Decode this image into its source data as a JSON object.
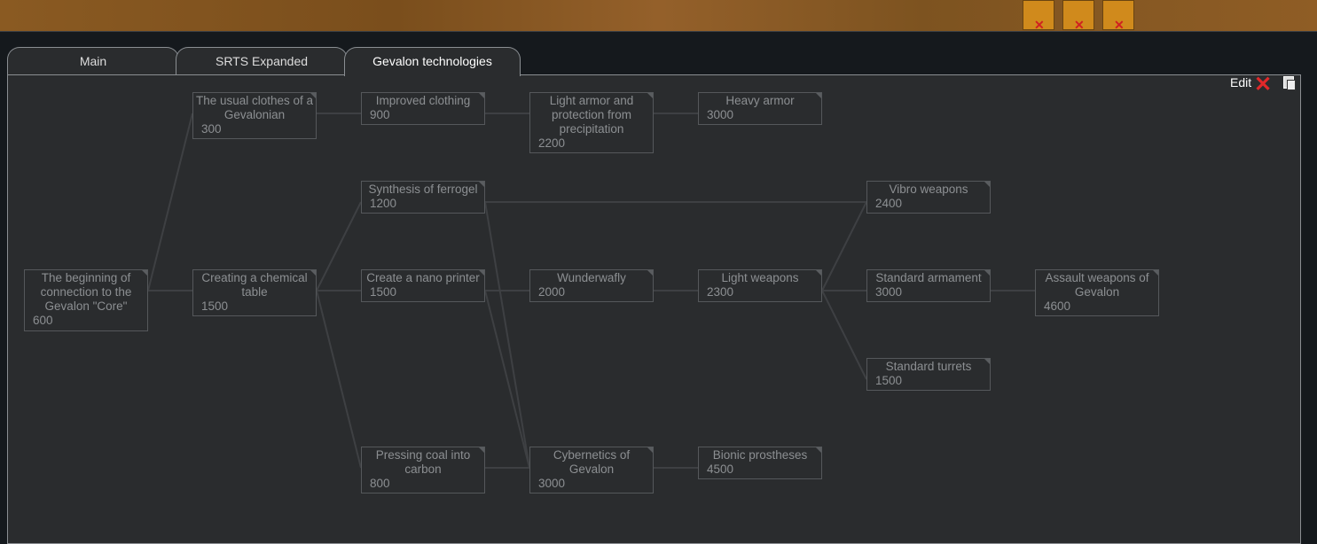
{
  "tabs": [
    {
      "label": "Main"
    },
    {
      "label": "SRTS Expanded"
    },
    {
      "label": "Gevalon technologies",
      "active": true
    }
  ],
  "toolbar": {
    "edit_label": "Edit"
  },
  "nodes": [
    {
      "id": "core",
      "label": "The beginning of connection to the Gevalon \"Core\"",
      "cost": "600"
    },
    {
      "id": "clothes",
      "label": "The usual clothes of a Gevalonian",
      "cost": "300"
    },
    {
      "id": "chemical",
      "label": "Creating a chemical table",
      "cost": "1500"
    },
    {
      "id": "improved",
      "label": "Improved clothing",
      "cost": "900"
    },
    {
      "id": "ferrogel",
      "label": "Synthesis of ferrogel",
      "cost": "1200"
    },
    {
      "id": "nano",
      "label": "Create a nano printer",
      "cost": "1500"
    },
    {
      "id": "coal",
      "label": "Pressing coal into carbon",
      "cost": "800"
    },
    {
      "id": "lightarmor",
      "label": "Light armor and protection from precipitation",
      "cost": "2200"
    },
    {
      "id": "wunder",
      "label": "Wunderwafly",
      "cost": "2000"
    },
    {
      "id": "cyber",
      "label": "Cybernetics of Gevalon",
      "cost": "3000"
    },
    {
      "id": "heavy",
      "label": "Heavy armor",
      "cost": "3000"
    },
    {
      "id": "lightweapons",
      "label": "Light weapons",
      "cost": "2300"
    },
    {
      "id": "bionic",
      "label": "Bionic prostheses",
      "cost": "4500"
    },
    {
      "id": "vibro",
      "label": "Vibro weapons",
      "cost": "2400"
    },
    {
      "id": "armament",
      "label": "Standard armament",
      "cost": "3000"
    },
    {
      "id": "turrets",
      "label": "Standard turrets",
      "cost": "1500"
    },
    {
      "id": "assault",
      "label": "Assault weapons of Gevalon",
      "cost": "4600"
    }
  ],
  "edges": [
    [
      "core",
      "clothes"
    ],
    [
      "core",
      "chemical"
    ],
    [
      "clothes",
      "improved"
    ],
    [
      "improved",
      "lightarmor"
    ],
    [
      "lightarmor",
      "heavy"
    ],
    [
      "chemical",
      "ferrogel"
    ],
    [
      "chemical",
      "nano"
    ],
    [
      "chemical",
      "coal"
    ],
    [
      "ferrogel",
      "vibro"
    ],
    [
      "ferrogel",
      "cyber"
    ],
    [
      "nano",
      "wunder"
    ],
    [
      "nano",
      "cyber"
    ],
    [
      "wunder",
      "lightweapons"
    ],
    [
      "lightweapons",
      "vibro"
    ],
    [
      "lightweapons",
      "armament"
    ],
    [
      "lightweapons",
      "turrets"
    ],
    [
      "armament",
      "assault"
    ],
    [
      "coal",
      "cyber"
    ],
    [
      "cyber",
      "bionic"
    ]
  ]
}
